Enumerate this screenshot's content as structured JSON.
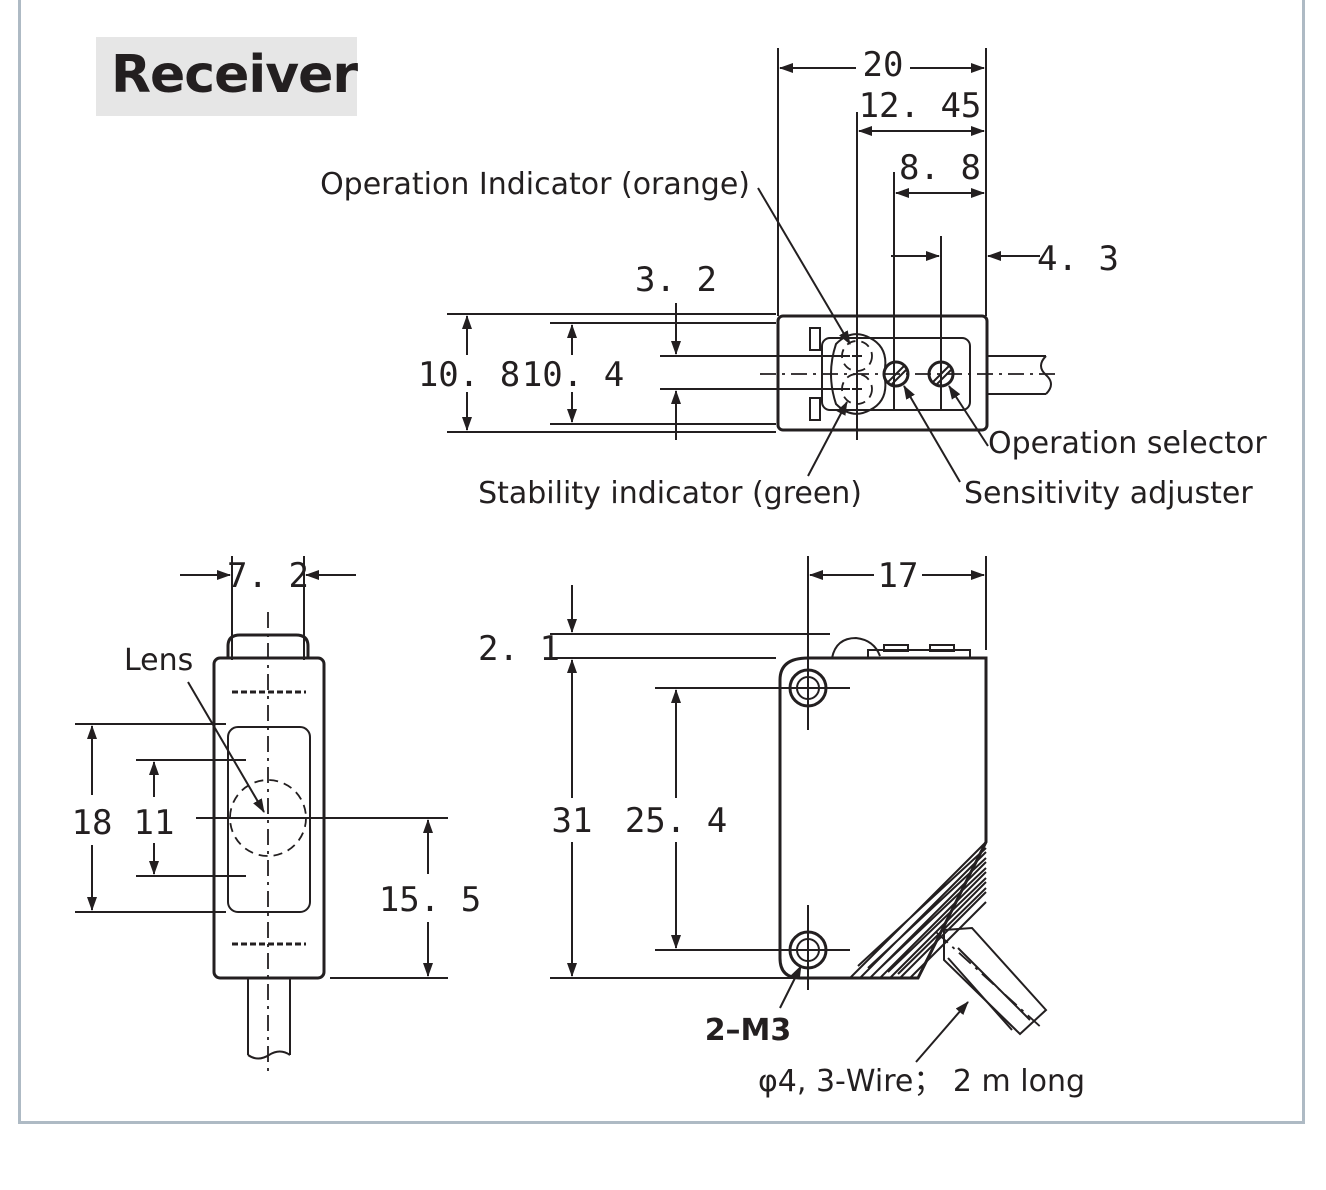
{
  "title": "Receiver",
  "top_view": {
    "dims": {
      "width_total": "20",
      "to_indicator": "12. 45",
      "to_adjuster": "8. 8",
      "selector_offset": "4. 3",
      "indicator_gap": "3. 2",
      "height_outer": "10. 8",
      "height_inner": "10. 4"
    },
    "labels": {
      "operation_indicator": "Operation Indicator (orange)",
      "stability_indicator": "Stability indicator (green)",
      "operation_selector": "Operation selector",
      "sensitivity_adjuster": "Sensitivity adjuster"
    }
  },
  "front_view": {
    "dims": {
      "width": "7. 2",
      "height_outer": "18",
      "height_lens": "11",
      "lens_height_from_bottom": "15. 5"
    },
    "labels": {
      "lens": "Lens"
    }
  },
  "side_view": {
    "dims": {
      "depth": "17",
      "top_offset": "2. 1",
      "height": "31",
      "hole_pitch": "25. 4"
    },
    "labels": {
      "mounting": "2–M3",
      "cable": "φ4, 3-Wire； 2 m long"
    }
  }
}
